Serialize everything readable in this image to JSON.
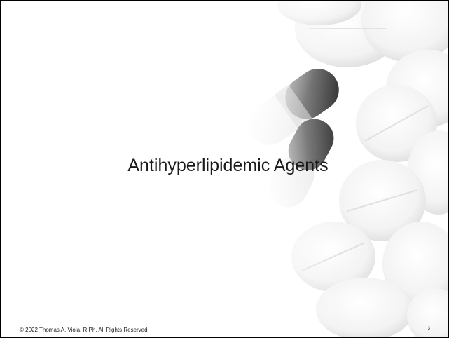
{
  "slide": {
    "title": "Antihyperlipidemic Agents",
    "footer": "© 2022 Thomas A. Viola, R.Ph. All Rights Reserved",
    "page_number": "3"
  },
  "background": {
    "image_subject": "pills-photo-icon",
    "capsule_color": "#5a5a5a",
    "tablet_color": "#f4f4f4"
  },
  "colors": {
    "rule": "#7f7f7f",
    "text": "#1a1a1a"
  }
}
